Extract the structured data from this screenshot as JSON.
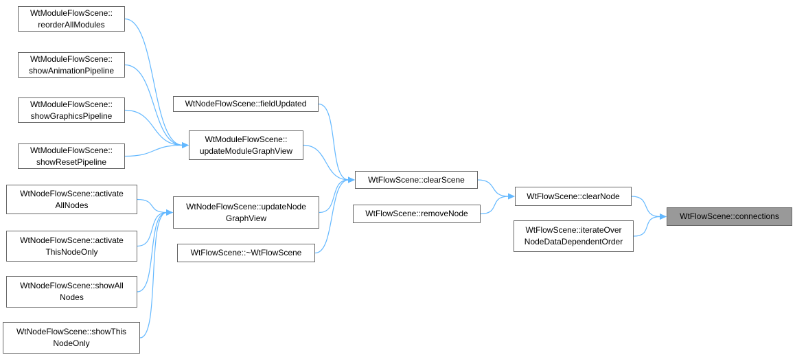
{
  "colors": {
    "edge": "#63b8ff",
    "node_border": "#666666",
    "focus_fill": "#999999"
  },
  "nodes": {
    "reorder": "WtModuleFlowScene::\nreorderAllModules",
    "showAnim": "WtModuleFlowScene::\nshowAnimationPipeline",
    "showGraphics": "WtModuleFlowScene::\nshowGraphicsPipeline",
    "showReset": "WtModuleFlowScene::\nshowResetPipeline",
    "fieldUpdated": "WtNodeFlowScene::fieldUpdated",
    "updateModule": "WtModuleFlowScene::\nupdateModuleGraphView",
    "activateAll": "WtNodeFlowScene::activate\nAllNodes",
    "updateNode": "WtNodeFlowScene::updateNode\nGraphView",
    "activateThis": "WtNodeFlowScene::activate\nThisNodeOnly",
    "dtor": "WtFlowScene::~WtFlowScene",
    "showAll": "WtNodeFlowScene::showAll\nNodes",
    "showThis": "WtNodeFlowScene::showThis\nNodeOnly",
    "clearScene": "WtFlowScene::clearScene",
    "removeNode": "WtFlowScene::removeNode",
    "clearNode": "WtFlowScene::clearNode",
    "iterate": "WtFlowScene::iterateOver\nNodeDataDependentOrder",
    "connections": "WtFlowScene::connections"
  },
  "edges": [
    [
      "reorder",
      "updateModule"
    ],
    [
      "showAnim",
      "updateModule"
    ],
    [
      "showGraphics",
      "updateModule"
    ],
    [
      "showReset",
      "updateModule"
    ],
    [
      "fieldUpdated",
      "clearScene"
    ],
    [
      "updateModule",
      "clearScene"
    ],
    [
      "updateNode",
      "clearScene"
    ],
    [
      "dtor",
      "clearScene"
    ],
    [
      "activateAll",
      "updateNode"
    ],
    [
      "activateThis",
      "updateNode"
    ],
    [
      "showAll",
      "updateNode"
    ],
    [
      "showThis",
      "updateNode"
    ],
    [
      "clearScene",
      "clearNode"
    ],
    [
      "removeNode",
      "clearNode"
    ],
    [
      "clearNode",
      "connections"
    ],
    [
      "iterate",
      "connections"
    ]
  ]
}
